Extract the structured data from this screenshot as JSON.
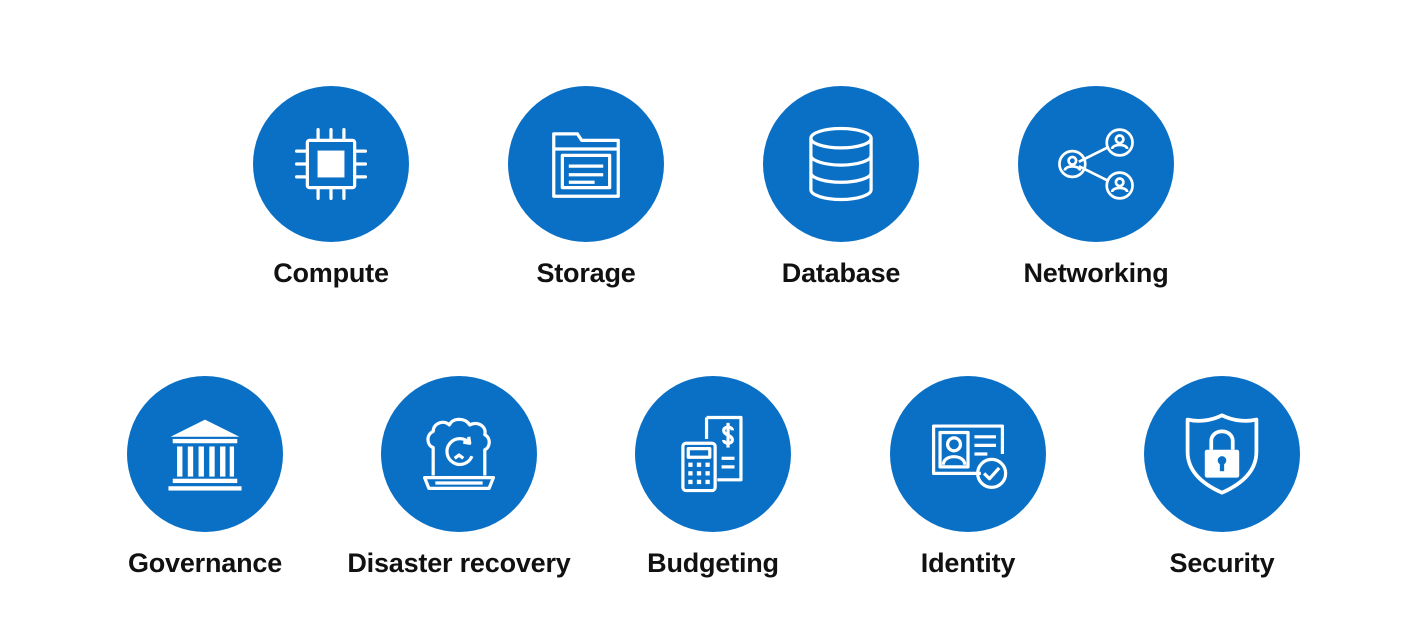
{
  "accent_color": "#0a70c6",
  "rows": [
    {
      "items": [
        {
          "key": "compute",
          "label": "Compute",
          "icon": "chip-icon"
        },
        {
          "key": "storage",
          "label": "Storage",
          "icon": "folder-icon"
        },
        {
          "key": "database",
          "label": "Database",
          "icon": "database-icon"
        },
        {
          "key": "networking",
          "label": "Networking",
          "icon": "network-icon"
        }
      ]
    },
    {
      "items": [
        {
          "key": "governance",
          "label": "Governance",
          "icon": "building-icon"
        },
        {
          "key": "disaster-recovery",
          "label": "Disaster recovery",
          "icon": "cloud-recovery-icon"
        },
        {
          "key": "budgeting",
          "label": "Budgeting",
          "icon": "calculator-invoice-icon"
        },
        {
          "key": "identity",
          "label": "Identity",
          "icon": "id-card-icon"
        },
        {
          "key": "security",
          "label": "Security",
          "icon": "shield-lock-icon"
        }
      ]
    }
  ]
}
